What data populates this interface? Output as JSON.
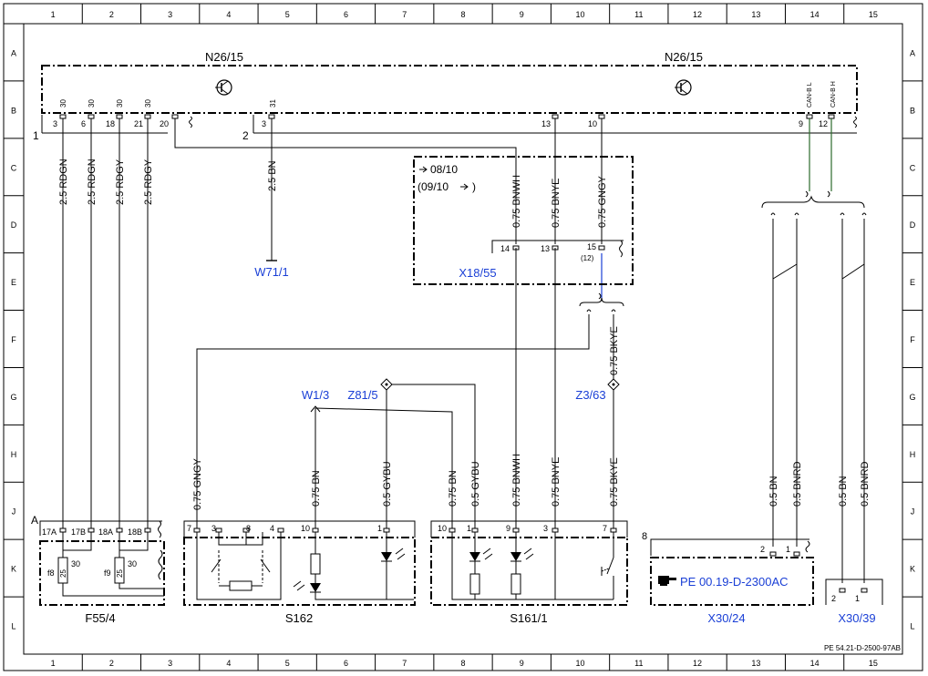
{
  "frame": {
    "cols": [
      "1",
      "2",
      "3",
      "4",
      "5",
      "6",
      "7",
      "8",
      "9",
      "10",
      "11",
      "12",
      "13",
      "14",
      "15"
    ],
    "rows": [
      "A",
      "B",
      "C",
      "D",
      "E",
      "F",
      "G",
      "H",
      "J",
      "K",
      "L"
    ]
  },
  "n26": {
    "label_left": "N26/15",
    "label_right": "N26/15",
    "pins_30": [
      "30",
      "30",
      "30",
      "30"
    ],
    "pin_31": "31",
    "left_pins": [
      "3",
      "6",
      "18",
      "21",
      "20"
    ],
    "right_pins": [
      "3",
      "13",
      "10",
      "9",
      "12"
    ],
    "can_l": "CAN-B L",
    "can_h": "CAN-B H",
    "ref1": "1",
    "ref2": "2"
  },
  "wires": {
    "w1": "2.5 RDGN",
    "w2": "2.5 RDGN",
    "w3": "2.5 RDGY",
    "w4": "2.5 RDGY",
    "w5": "2.5 BN",
    "w6": "0.75 BNWH",
    "w7": "0.75 BNYE",
    "w8": "0.75 GNGY",
    "w9": "0.75 BKYE",
    "w10": "0.75 GNGY",
    "w11": "0.75 BN",
    "w12": "0.5 GYBU",
    "w13": "0.75 BN",
    "w14": "0.5 GYBU",
    "w15": "0.75 BNWH",
    "w16": "0.75 BNYE",
    "w17": "0.75 BKYE",
    "w18": "0.5 BN",
    "w19": "0.5 BNRD",
    "w20": "0.5 BN",
    "w21": "0.5 BNRD"
  },
  "x1855": {
    "label": "X18/55",
    "note1": "08/10",
    "note2": "(09/10",
    "note2_end": ")",
    "pins": [
      "14",
      "13",
      "15",
      "(12)"
    ]
  },
  "components": {
    "w71": "W71/1",
    "w13": "W1/3",
    "z815": "Z81/5",
    "z363": "Z3/63",
    "f55": "F55/4",
    "f55_ref": "A",
    "f55_pins": [
      "17A",
      "17B",
      "18A",
      "18B"
    ],
    "f8": "f8",
    "f9": "f9",
    "f8_rating": "25",
    "f9_rating": "25",
    "f8_pin": "30",
    "f9_pin": "30",
    "s162": "S162",
    "s162_pins": [
      "7",
      "3",
      "8",
      "4",
      "10",
      "1"
    ],
    "s161": "S161/1",
    "s161_pins": [
      "10",
      "1",
      "9",
      "3",
      "7"
    ],
    "x3024": "X30/24",
    "x3024_ref": "PE 00.19-D-2300AC",
    "x3024_pins": [
      "2",
      "1"
    ],
    "x3024_num": "8",
    "x3039": "X30/39",
    "x3039_pins": [
      "2",
      "1"
    ]
  },
  "doc_id": "PE 54.21-D-2500-97AB"
}
